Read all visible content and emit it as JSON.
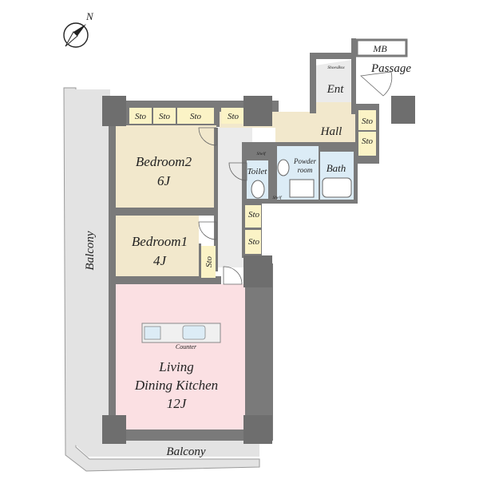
{
  "compass": {
    "label": "N"
  },
  "colors": {
    "balcony": "#e3e3e3",
    "corridor": "#ebebeb",
    "bedroom": "#f2e8cc",
    "hall": "#f2e8cc",
    "storage": "#fbf3c6",
    "ldk": "#fbe0e3",
    "wet": "#dcecf6",
    "wall": "#7a7a7a"
  },
  "rooms": {
    "bedroom2": {
      "name": "Bedroom2",
      "size": "6J"
    },
    "bedroom1": {
      "name": "Bedroom1",
      "size": "4J"
    },
    "ldk": {
      "name_line1": "Living",
      "name_line2": "Dining Kitchen",
      "size": "12J"
    },
    "hall": "Hall",
    "ent": "Ent",
    "toilet": "Toilet",
    "powder_line1": "Powder",
    "powder_line2": "room",
    "bath": "Bath",
    "mb": "MB",
    "passage": "Passage",
    "shoes_box": "ShoesBox",
    "shelf_upper": "Shelf",
    "shelf_lower": "Shelf",
    "counter": "Counter"
  },
  "storage_labels": {
    "top1": "Sto",
    "top2": "Sto",
    "top3": "Sto",
    "top4": "Sto",
    "hall_right1": "Sto",
    "hall_right2": "Sto",
    "corridor1": "Sto",
    "corridor2": "Sto",
    "bedroom1": "Sto"
  },
  "balconies": {
    "side": "Balcony",
    "bottom": "Balcony"
  }
}
